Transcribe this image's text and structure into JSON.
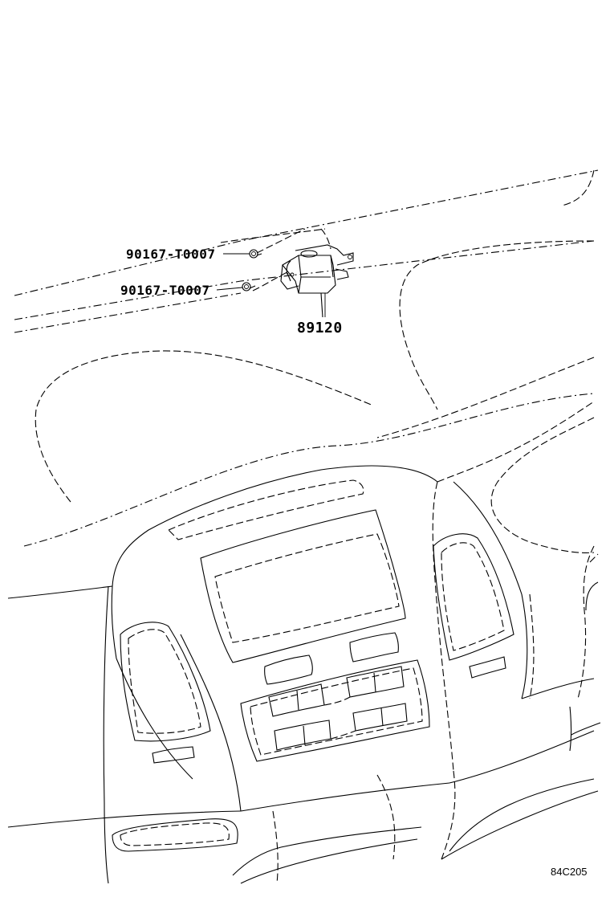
{
  "parts": [
    {
      "id": "screw-upper",
      "number": "90167-T0007"
    },
    {
      "id": "screw-lower",
      "number": "90167-T0007"
    },
    {
      "id": "module",
      "number": "89120"
    }
  ],
  "figure_code": "84C205"
}
